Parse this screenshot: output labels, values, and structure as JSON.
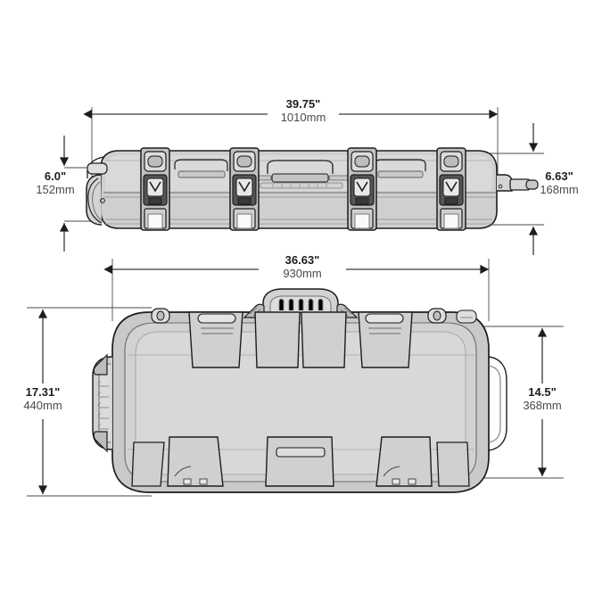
{
  "drawing": {
    "title": "Hard rolling case dimensional drawing",
    "background_color": "#ffffff",
    "body_fill": "#c9c9c9",
    "body_fill_light": "#d7d7d7",
    "body_fill_lighter": "#e2e2e2",
    "outline_color": "#1d1d1d",
    "detail_color": "#6d6d6d",
    "dim_line_color": "#3a3a3a"
  },
  "dimensions": {
    "side_view_length": {
      "inches": "39.75\"",
      "mm": "1010mm"
    },
    "side_view_height_left": {
      "inches": "6.0\"",
      "mm": "152mm"
    },
    "side_view_height_right": {
      "inches": "6.63\"",
      "mm": "168mm"
    },
    "top_view_width": {
      "inches": "36.63\"",
      "mm": "930mm"
    },
    "top_view_height_left": {
      "inches": "17.31\"",
      "mm": "440mm"
    },
    "top_view_height_right": {
      "inches": "14.5\"",
      "mm": "368mm"
    }
  },
  "views": {
    "side": {
      "name": "side-elevation-view",
      "latch_count": 4,
      "has_wheel": true,
      "has_telescoping_handle": true
    },
    "top": {
      "name": "top-plan-view",
      "latch_count": 4,
      "has_center_handle": true,
      "has_side_handle": true,
      "has_nameplate": true
    }
  }
}
